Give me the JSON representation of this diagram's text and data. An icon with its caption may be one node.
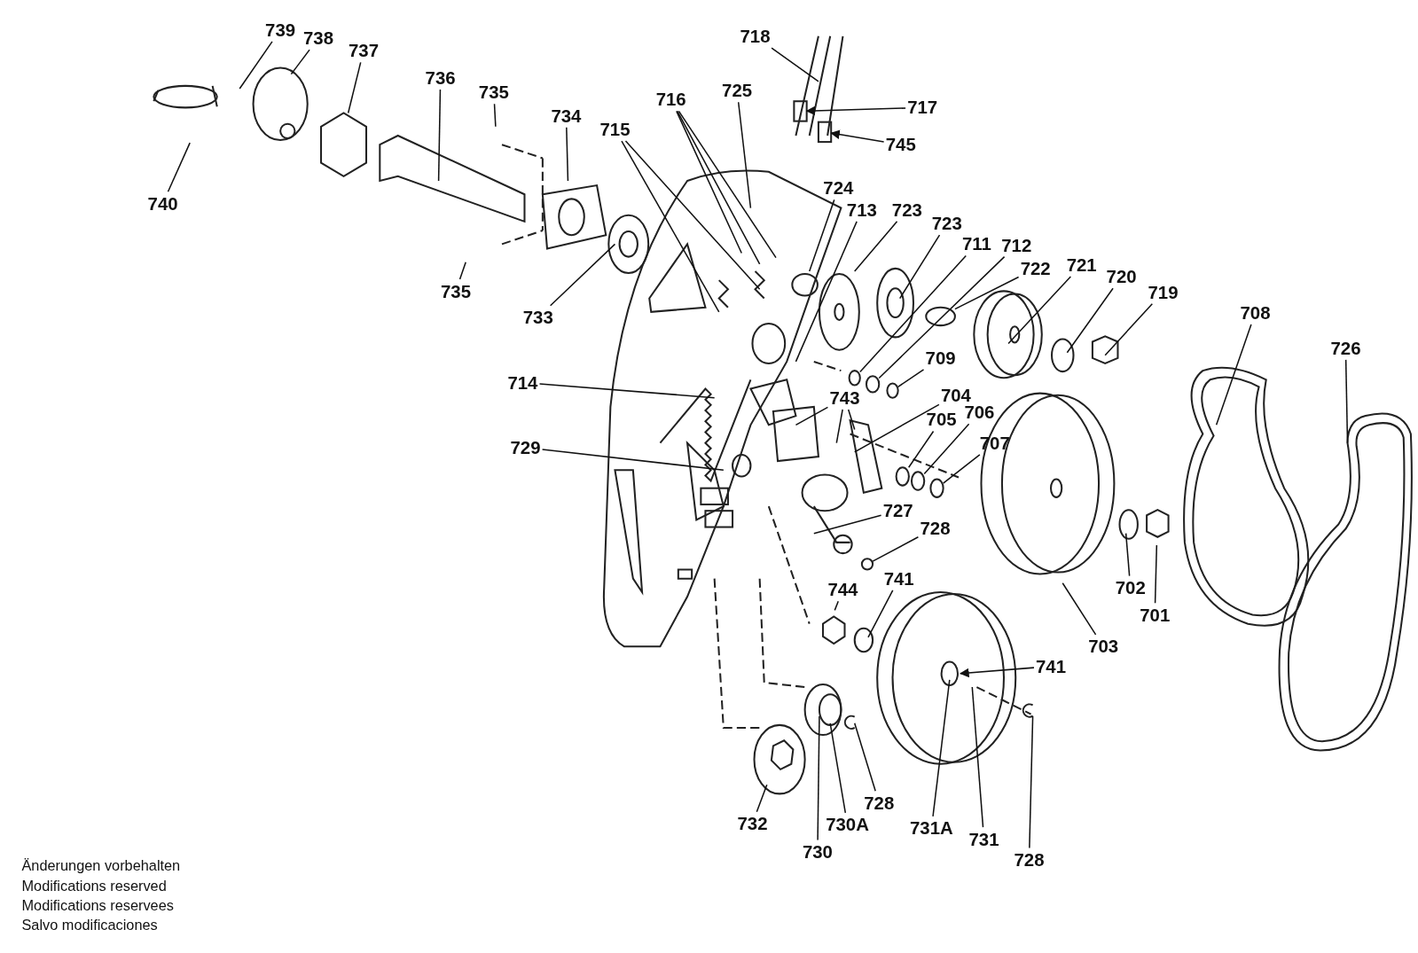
{
  "diagram": {
    "nodes": [
      {
        "text": [
          "739"
        ]
      },
      {
        "text": [
          "738"
        ]
      },
      {
        "text": [
          "737"
        ]
      },
      {
        "text": [
          "736"
        ]
      },
      {
        "text": [
          "718"
        ]
      },
      {
        "text": [
          "735"
        ]
      },
      {
        "text": [
          "725"
        ]
      },
      {
        "text": [
          "716"
        ]
      },
      {
        "text": [
          "717"
        ]
      },
      {
        "text": [
          "734"
        ]
      },
      {
        "text": [
          "715"
        ]
      },
      {
        "text": [
          "745"
        ]
      },
      {
        "text": [
          "724"
        ]
      },
      {
        "text": [
          "740"
        ]
      },
      {
        "text": [
          "713"
        ]
      },
      {
        "text": [
          "723"
        ]
      },
      {
        "text": [
          "723"
        ]
      },
      {
        "text": [
          "711"
        ]
      },
      {
        "text": [
          "712"
        ]
      },
      {
        "text": [
          "721"
        ]
      },
      {
        "text": [
          "722"
        ]
      },
      {
        "text": [
          "720"
        ]
      },
      {
        "text": [
          "719"
        ]
      },
      {
        "text": [
          "735"
        ]
      },
      {
        "text": [
          "708"
        ]
      },
      {
        "text": [
          "733"
        ]
      },
      {
        "text": [
          "726"
        ]
      },
      {
        "text": [
          "709"
        ]
      },
      {
        "text": [
          "714"
        ]
      },
      {
        "text": [
          "743"
        ]
      },
      {
        "text": [
          "704"
        ]
      },
      {
        "text": [
          "706"
        ]
      },
      {
        "text": [
          "705"
        ]
      },
      {
        "text": [
          "707"
        ]
      },
      {
        "text": [
          "729"
        ]
      },
      {
        "text": [
          "727"
        ]
      },
      {
        "text": [
          "728"
        ]
      },
      {
        "text": [
          "744"
        ]
      },
      {
        "text": [
          "741"
        ]
      },
      {
        "text": [
          "702"
        ]
      },
      {
        "text": [
          "701"
        ]
      },
      {
        "text": [
          "703"
        ]
      },
      {
        "text": [
          "741"
        ]
      },
      {
        "text": [
          "728"
        ]
      },
      {
        "text": [
          "732"
        ]
      },
      {
        "text": [
          "730A"
        ]
      },
      {
        "text": [
          "731A"
        ]
      },
      {
        "text": [
          "731"
        ]
      },
      {
        "text": [
          "730"
        ]
      },
      {
        "text": [
          "728"
        ]
      },
      {
        "text": [],
        "shape": "box"
      },
      {
        "text": [],
        "shape": "box"
      },
      {
        "text": [],
        "shape": "circle"
      },
      {
        "text": [],
        "shape": "circle"
      },
      {
        "text": [],
        "shape": "circle"
      },
      {
        "text": [],
        "shape": "circle"
      },
      {
        "text": [],
        "shape": "circle"
      },
      {
        "text": [],
        "shape": "circle"
      },
      {
        "text": [],
        "shape": "circle"
      },
      {
        "text": [],
        "shape": "circle"
      }
    ],
    "edges": [
      {
        "from": 0,
        "to": null,
        "arrow": "none"
      },
      {
        "from": 1,
        "to": null,
        "arrow": "none"
      },
      {
        "from": 2,
        "to": null,
        "arrow": "none"
      },
      {
        "from": 3,
        "to": null,
        "arrow": "none"
      },
      {
        "from": 4,
        "to": null,
        "arrow": "none"
      },
      {
        "from": 5,
        "to": null,
        "arrow": "none"
      },
      {
        "from": 6,
        "to": null,
        "arrow": "none"
      },
      {
        "from": 7,
        "to": null,
        "arrow": "none"
      },
      {
        "from": 7,
        "to": null,
        "arrow": "none"
      },
      {
        "from": 7,
        "to": null,
        "arrow": "none"
      },
      {
        "from": 8,
        "to": 50,
        "arrow": "to"
      },
      {
        "from": 9,
        "to": null,
        "arrow": "none"
      },
      {
        "from": 10,
        "to": null,
        "arrow": "none"
      },
      {
        "from": 10,
        "to": null,
        "arrow": "none"
      },
      {
        "from": 11,
        "to": 51,
        "arrow": "to"
      },
      {
        "from": 12,
        "to": null,
        "arrow": "none"
      },
      {
        "from": 13,
        "to": null,
        "arrow": "none"
      },
      {
        "from": 14,
        "to": null,
        "arrow": "none"
      },
      {
        "from": 15,
        "to": null,
        "arrow": "none"
      },
      {
        "from": 16,
        "to": null,
        "arrow": "none"
      },
      {
        "from": 17,
        "to": 52,
        "arrow": "none"
      },
      {
        "from": 18,
        "to": 54,
        "arrow": "none"
      },
      {
        "from": 19,
        "to": null,
        "arrow": "none"
      },
      {
        "from": 20,
        "to": 59,
        "arrow": "none"
      },
      {
        "from": 21,
        "to": null,
        "arrow": "none"
      },
      {
        "from": 22,
        "to": null,
        "arrow": "none"
      },
      {
        "from": 23,
        "to": null,
        "arrow": "none"
      },
      {
        "from": 24,
        "to": null,
        "arrow": "none"
      },
      {
        "from": 25,
        "to": null,
        "arrow": "none"
      },
      {
        "from": 26,
        "to": null,
        "arrow": "none"
      },
      {
        "from": 27,
        "to": 55,
        "arrow": "none"
      },
      {
        "from": 28,
        "to": null,
        "arrow": "none"
      },
      {
        "from": 29,
        "to": null,
        "arrow": "none"
      },
      {
        "from": 29,
        "to": null,
        "arrow": "none"
      },
      {
        "from": 29,
        "to": null,
        "arrow": "none"
      },
      {
        "from": 30,
        "to": null,
        "arrow": "none"
      },
      {
        "from": 31,
        "to": 57,
        "arrow": "none"
      },
      {
        "from": 32,
        "to": 56,
        "arrow": "none"
      },
      {
        "from": 33,
        "to": 58,
        "arrow": "none"
      },
      {
        "from": 34,
        "to": null,
        "arrow": "none"
      },
      {
        "from": 35,
        "to": null,
        "arrow": "none"
      },
      {
        "from": 36,
        "to": 53,
        "arrow": "none"
      },
      {
        "from": 37,
        "to": null,
        "arrow": "none"
      },
      {
        "from": 38,
        "to": null,
        "arrow": "none"
      },
      {
        "from": 39,
        "to": null,
        "arrow": "none"
      },
      {
        "from": 40,
        "to": null,
        "arrow": "none"
      },
      {
        "from": 41,
        "to": null,
        "arrow": "none"
      },
      {
        "from": 42,
        "to": null,
        "arrow": "to"
      },
      {
        "from": 43,
        "to": null,
        "arrow": "none"
      },
      {
        "from": 44,
        "to": null,
        "arrow": "none"
      },
      {
        "from": 45,
        "to": null,
        "arrow": "none"
      },
      {
        "from": 46,
        "to": null,
        "arrow": "none"
      },
      {
        "from": 47,
        "to": null,
        "arrow": "none"
      },
      {
        "from": 48,
        "to": null,
        "arrow": "none"
      },
      {
        "from": 49,
        "to": null,
        "arrow": "none"
      }
    ],
    "labels": [
      "Änderungen vorbehalten",
      "Modifications reserved",
      "Modifications reservees",
      "Salvo modificaciones"
    ]
  }
}
